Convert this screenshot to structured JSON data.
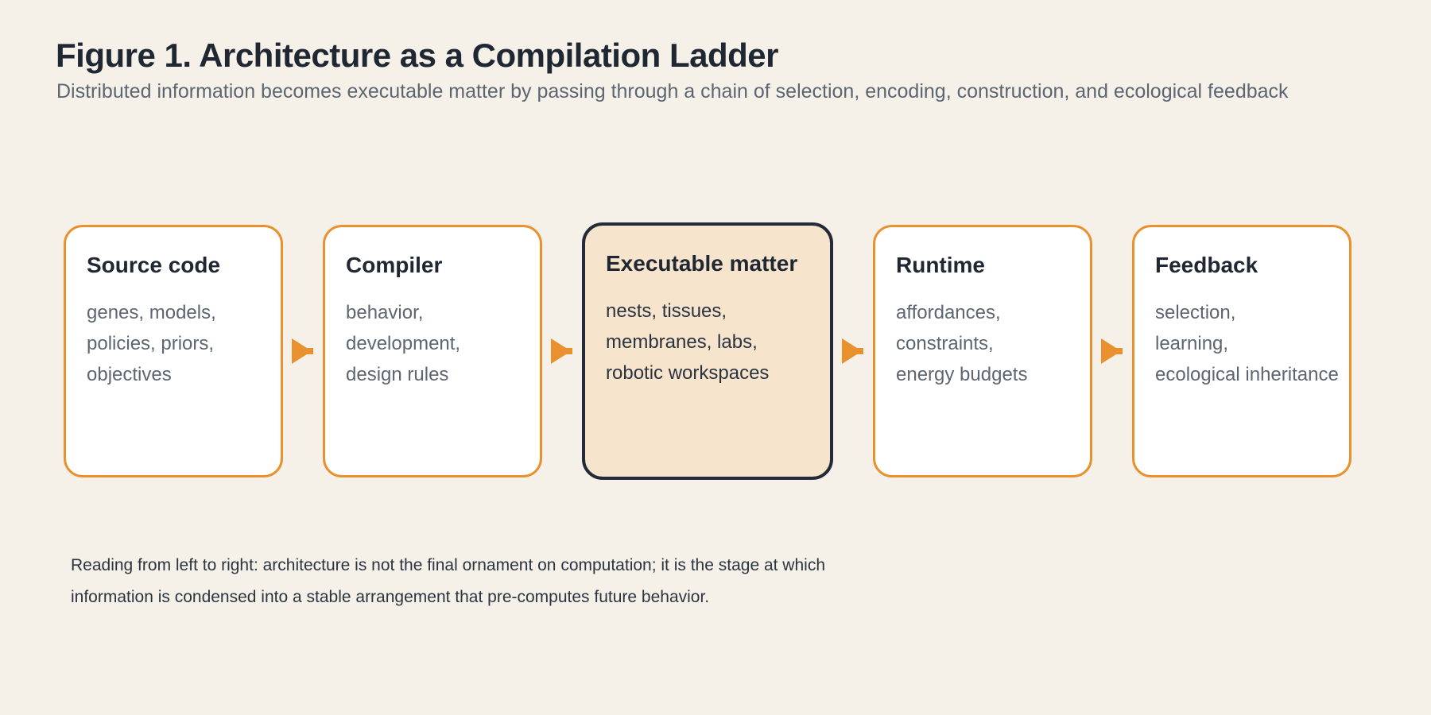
{
  "figure": {
    "title": "Figure 1. Architecture as a Compilation Ladder",
    "subtitle": "Distributed information becomes executable matter by passing through a chain of selection, encoding, construction, and ecological feedback",
    "caption_lines": [
      "Reading from left to right: architecture is not the final ornament on computation; it is the stage at which",
      "information is condensed into a stable arrangement that pre-computes future behavior."
    ]
  },
  "ladder": {
    "stages": [
      {
        "title": "Source code",
        "highlighted": false,
        "lines": [
          "genes, models,",
          "policies, priors,",
          "objectives"
        ]
      },
      {
        "title": "Compiler",
        "highlighted": false,
        "lines": [
          "behavior,",
          "development,",
          "design rules"
        ]
      },
      {
        "title": "Executable matter",
        "highlighted": true,
        "lines": [
          "nests, tissues,",
          "membranes, labs,",
          "robotic workspaces"
        ]
      },
      {
        "title": "Runtime",
        "highlighted": false,
        "lines": [
          "affordances,",
          "constraints,",
          "energy budgets"
        ]
      },
      {
        "title": "Feedback",
        "highlighted": false,
        "lines": [
          "selection,",
          "learning,",
          "ecological inheritance"
        ]
      }
    ],
    "connector_icon": "right-arrow"
  },
  "colors": {
    "page_background": "#F5F1E9",
    "accent_orange": "#E8912E",
    "dark_navy": "#232B39",
    "muted_text": "#5C6672",
    "highlight_fill": "#F7E4CC",
    "box_fill": "#FFFFFF",
    "heading_text": "#1F2733",
    "caption_text": "#2B3440"
  }
}
